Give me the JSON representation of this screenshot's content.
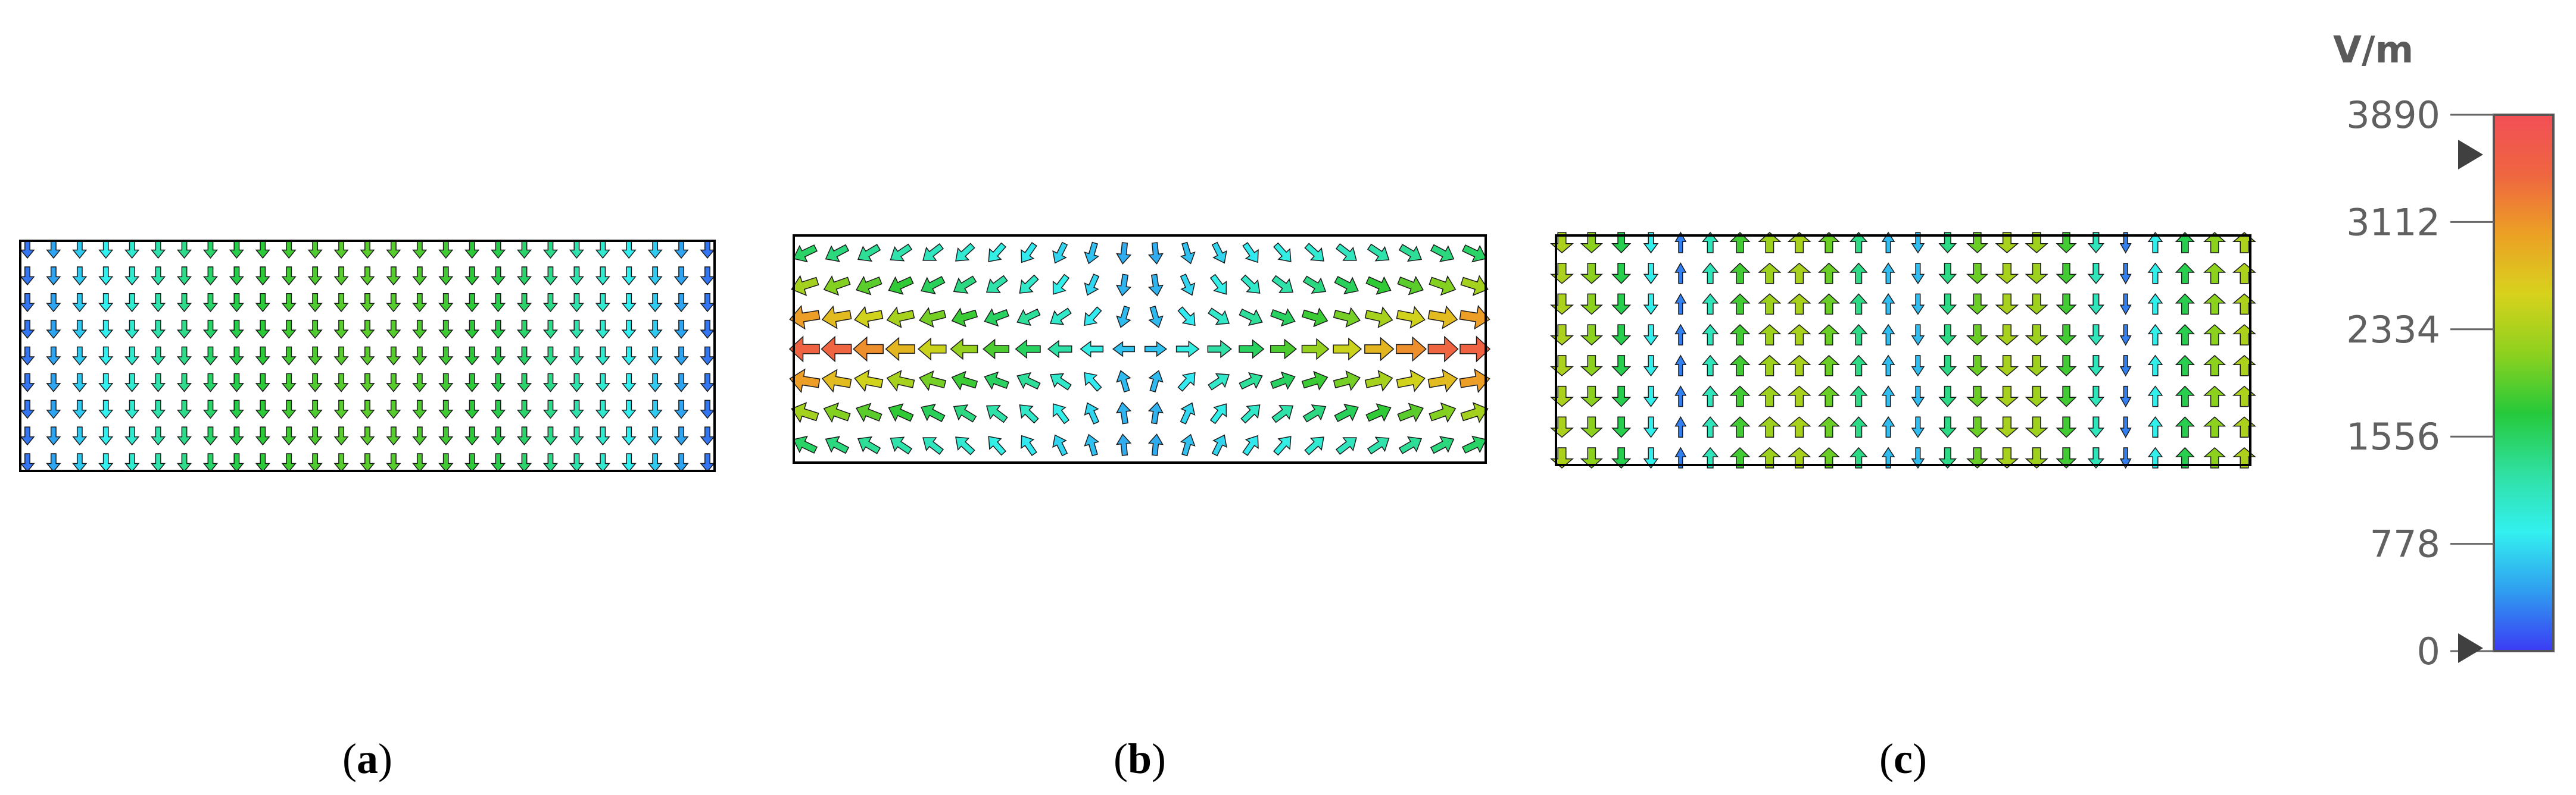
{
  "panels": [
    {
      "id": "a",
      "label": "a",
      "pattern": "uniform-vertical"
    },
    {
      "id": "b",
      "label": "b",
      "pattern": "horizontal-spreading"
    },
    {
      "id": "c",
      "label": "c",
      "pattern": "alternating-vertical-bands"
    }
  ],
  "colorbar": {
    "unit": "V/m",
    "ticks": [
      "3890",
      "3112",
      "2334",
      "1556",
      "778",
      "0"
    ],
    "min": 0,
    "max": 3890,
    "gradient": [
      "#3b3bf5",
      "#2f9df0",
      "#33f0f0",
      "#2fe0a0",
      "#26c93a",
      "#8ed11e",
      "#d8d21c",
      "#eca025",
      "#ef6540",
      "#f24f56"
    ],
    "marker_color": "#404040"
  },
  "colors": {
    "frame": "#000000",
    "arrow_outline": "#1a1a1a"
  }
}
